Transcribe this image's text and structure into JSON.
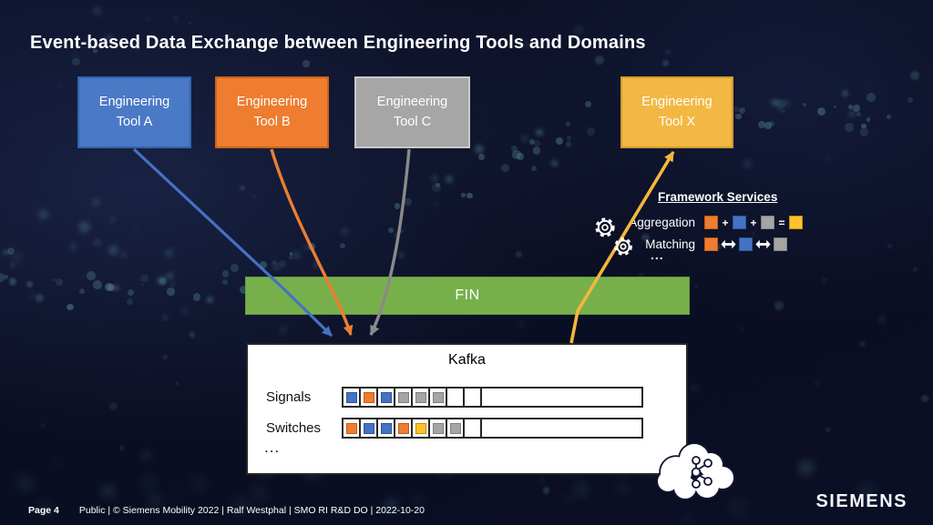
{
  "title": "Event-based Data Exchange between Engineering Tools and Domains",
  "palette": {
    "blue": "#4472C4",
    "orange": "#ED7D31",
    "gray": "#A5A5A5",
    "yellow": "#F2B843",
    "green_fin": "#77B04B",
    "bg_navy": "#0B0F26",
    "bg_dot_teal": "#4F7D88",
    "white": "#FFFFFF"
  },
  "tools": [
    {
      "line1": "Engineering",
      "line2": "Tool A",
      "color": "blue"
    },
    {
      "line1": "Engineering",
      "line2": "Tool B",
      "color": "orange"
    },
    {
      "line1": "Engineering",
      "line2": "Tool C",
      "color": "gray"
    },
    {
      "line1": "Engineering",
      "line2": "Tool X",
      "color": "yellow"
    }
  ],
  "fin_label": "FIN",
  "kafka": {
    "title": "Kafka",
    "topics": [
      {
        "label": "Signals",
        "cells": [
          "blue",
          "orange",
          "blue",
          "gray",
          "gray",
          "gray",
          "",
          ""
        ]
      },
      {
        "label": "Switches",
        "cells": [
          "orange",
          "blue",
          "blue",
          "orange",
          "yellow",
          "gray",
          "gray",
          ""
        ]
      }
    ],
    "more": "..."
  },
  "framework": {
    "title": "Framework Services",
    "rows": [
      {
        "label": "Aggregation",
        "items": [
          {
            "sq": "orange"
          },
          {
            "op": "+"
          },
          {
            "sq": "blue"
          },
          {
            "op": "+"
          },
          {
            "sq": "gray"
          },
          {
            "op": "="
          },
          {
            "sq": "yellow"
          }
        ]
      },
      {
        "label": "Matching",
        "items": [
          {
            "sq": "orange"
          },
          {
            "op": "arrow"
          },
          {
            "sq": "blue"
          },
          {
            "op": "arrow"
          },
          {
            "sq": "gray"
          }
        ]
      }
    ],
    "more": "..."
  },
  "icons": {
    "gear": "gear-icon",
    "cloud": "cloud-icon",
    "kafka_logo": "kafka-logo-icon",
    "double_arrow": "double-arrow-icon"
  },
  "footer": {
    "page": "Page 4",
    "meta": "Public | © Siemens Mobility 2022 | Ralf Westphal | SMO RI R&D DO | 2022-10-20"
  },
  "brand": "SIEMENS"
}
